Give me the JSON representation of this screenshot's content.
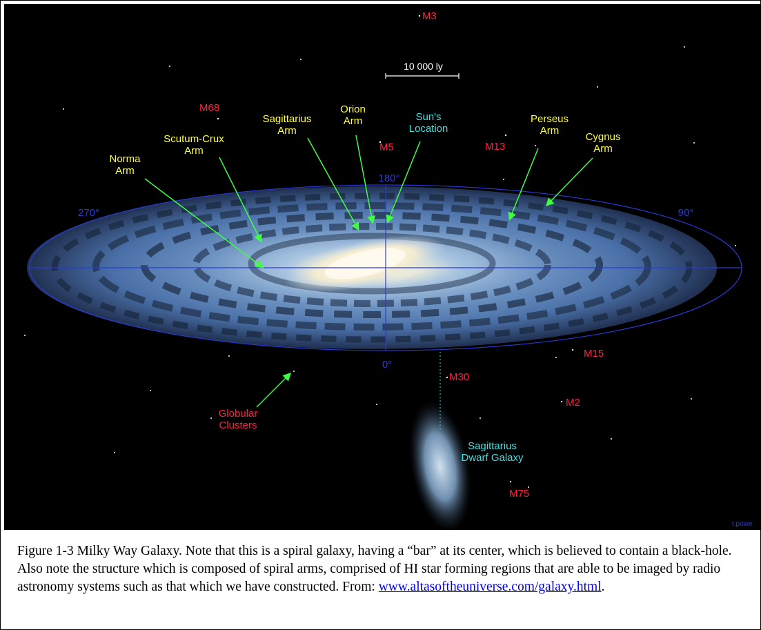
{
  "scale_bar": {
    "label": "10 000 ly"
  },
  "degree_labels": {
    "d180": "180°",
    "d270": "270°",
    "d90": "90°",
    "d0": "0°"
  },
  "arm_labels": {
    "norma": "Norma\nArm",
    "scutum_crux": "Scutum-Crux\nArm",
    "sagittarius": "Sagittarius\nArm",
    "orion": "Orion\nArm",
    "perseus": "Perseus\nArm",
    "cygnus": "Cygnus\nArm"
  },
  "sun_location": "Sun's\nLocation",
  "sagittarius_dwarf": "Sagittarius\nDwarf Galaxy",
  "globular_clusters": "Globular\nClusters",
  "clusters": {
    "m3": "M3",
    "m68": "M68",
    "m5": "M5",
    "m13": "M13",
    "m15": "M15",
    "m30": "M30",
    "m2": "M2",
    "m75": "M75"
  },
  "credit": "r.powe",
  "caption": {
    "text": "Figure 1-3 Milky Way Galaxy. Note that this is a spiral galaxy, having a “bar” at its center, which is believed to contain a black-hole.  Also note the structure which is composed of spiral arms, comprised of HI star forming regions that are able to be imaged  by radio astronomy systems such as that which we have constructed. From: ",
    "link": "www.altasoftheuniverse.com/galaxy.html",
    "end": "."
  },
  "colors": {
    "arm_label": "#ffff40",
    "cyan_label": "#40e0e0",
    "cluster_label": "#ff2040",
    "grid": "#2a3ad8",
    "arrow": "#40ff40"
  }
}
